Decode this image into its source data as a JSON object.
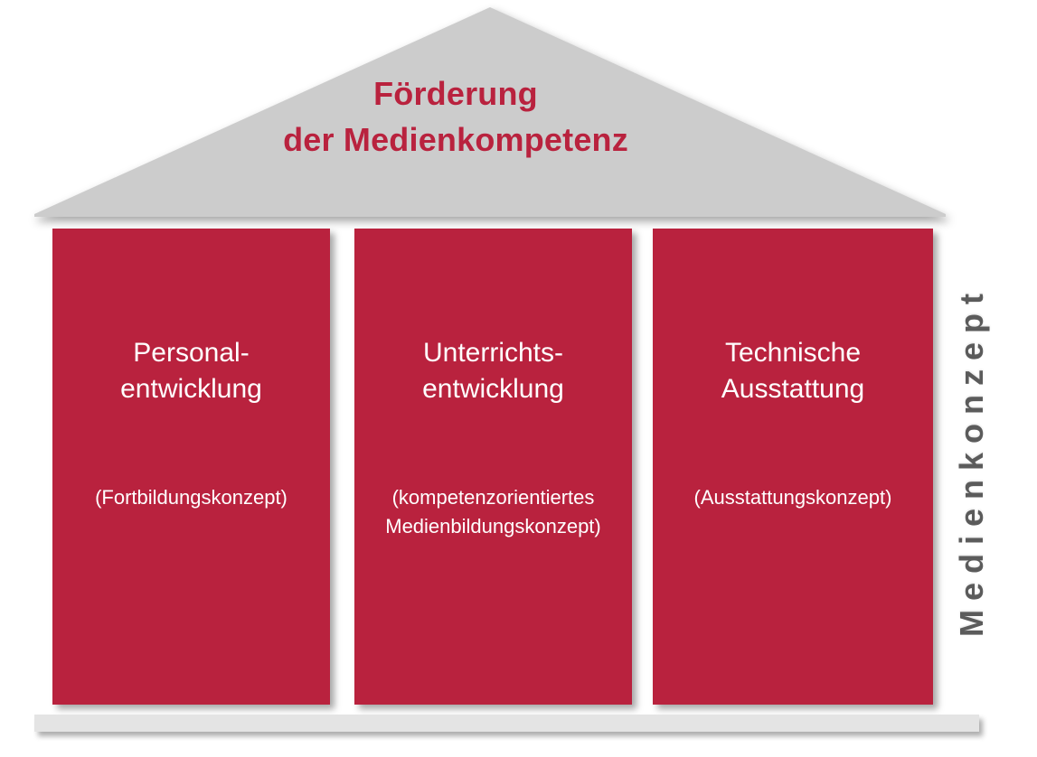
{
  "diagram": {
    "type": "house-model",
    "vertical_label": "Medienkonzept",
    "roof": {
      "title_line1": "Förderung",
      "title_line2": "der Medienkompetenz",
      "color": "#CCCCCC",
      "title_color": "#B9223E"
    },
    "base": {
      "color": "#E4E4E4"
    },
    "pillar_color": "#B9223E",
    "pillar_text_color": "#FFFFFF",
    "pillars": [
      {
        "heading_line1": "Personal-",
        "heading_line2": "entwicklung",
        "subtitle_line1": "(Fortbildungskonzept)",
        "subtitle_line2": ""
      },
      {
        "heading_line1": "Unterrichts-",
        "heading_line2": "entwicklung",
        "subtitle_line1": "(kompetenzorientiertes",
        "subtitle_line2": "Medienbildungskonzept)"
      },
      {
        "heading_line1": "Technische",
        "heading_line2": "Ausstattung",
        "subtitle_line1": "(Ausstattungskonzept)",
        "subtitle_line2": ""
      }
    ]
  }
}
